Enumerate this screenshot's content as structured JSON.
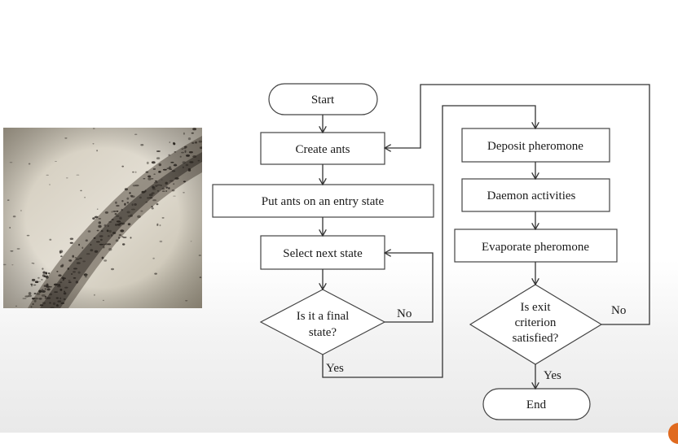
{
  "flowchart": {
    "start": "Start",
    "create_ants": "Create ants",
    "put_ants": "Put ants on an entry state",
    "select_next": "Select next state",
    "decision_final": [
      "Is it a final",
      "state?"
    ],
    "no_label_1": "No",
    "yes_label_1": "Yes",
    "deposit": "Deposit pheromone",
    "daemon": "Daemon activities",
    "evaporate": "Evaporate pheromone",
    "decision_exit": [
      "Is exit",
      "criterion",
      "satisfied?"
    ],
    "no_label_2": "No",
    "yes_label_2": "Yes",
    "end": "End"
  },
  "image": {
    "icon": "ant-trail-photo"
  },
  "colors": {
    "accent": "#e06a1f",
    "stroke": "#444444"
  }
}
